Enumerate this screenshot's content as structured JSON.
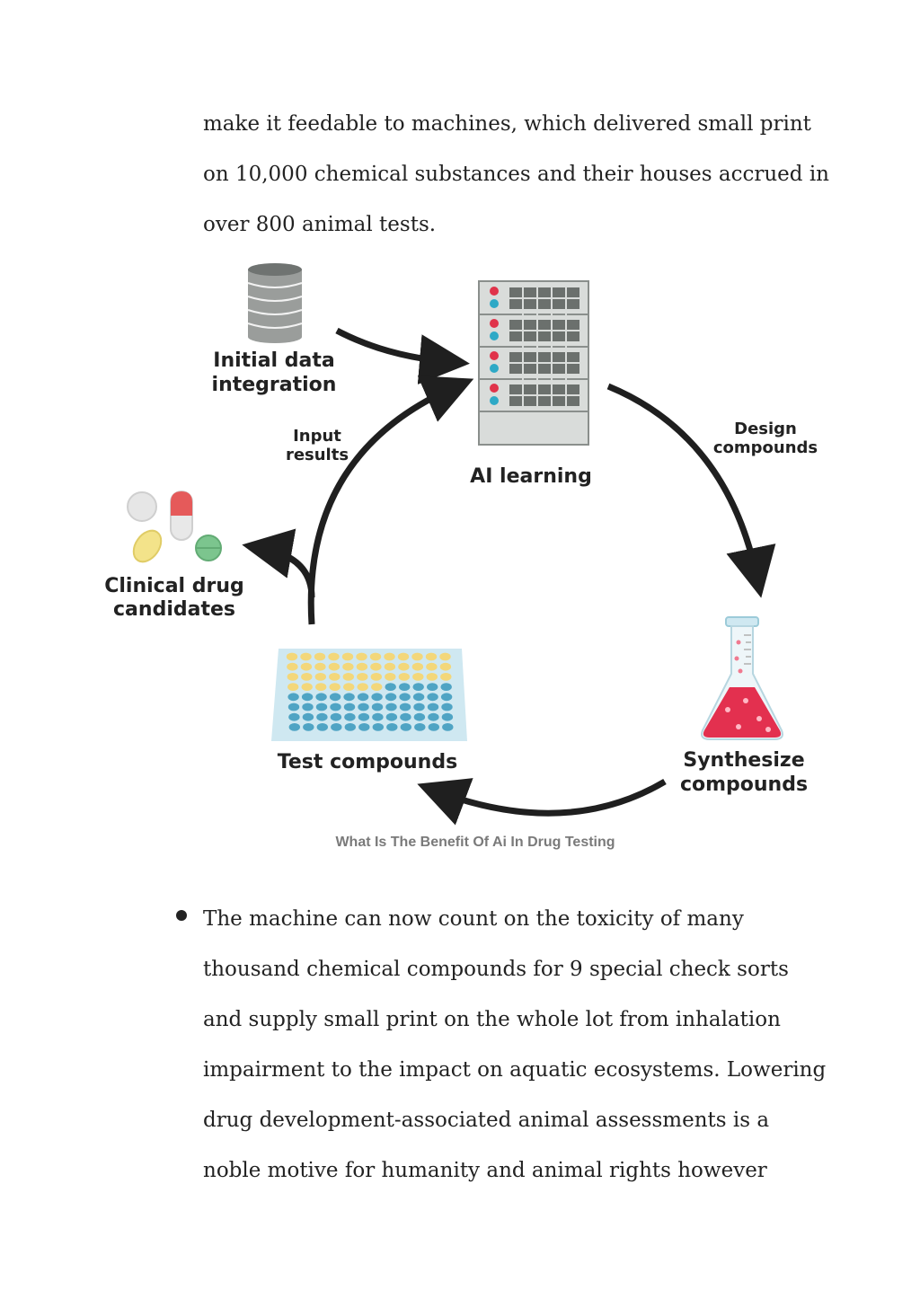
{
  "intro": {
    "lines": [
      "make it feedable to machines, which delivered small print",
      "on 10,000 chemical substances and their houses accrued in",
      "over 800 animal tests."
    ]
  },
  "figure": {
    "labels": {
      "initial_data_1": "Initial data",
      "initial_data_2": "integration",
      "ai_learning": "AI learning",
      "design_1": "Design",
      "design_2": "compounds",
      "synth_1": "Synthesize",
      "synth_2": "compounds",
      "test": "Test compounds",
      "clinical_1": "Clinical drug",
      "clinical_2": "candidates",
      "input_1": "Input",
      "input_2": "results"
    },
    "colors": {
      "arrow": "#1f1f1f",
      "server": "#d9dcda",
      "server_edge": "#8a8f8c",
      "red": "#e0334a",
      "teal": "#2ea9c6",
      "flask_liquid": "#e3304f",
      "plate": "#cfe8f1",
      "yellow_well": "#f3d77a",
      "blue_well": "#4fa4c4"
    }
  },
  "caption": "What Is The Benefit Of Ai In Drug Testing",
  "bullet": {
    "lines": [
      "The machine can now count on the toxicity of many",
      "thousand chemical compounds for 9 special check sorts",
      "and supply small print on the whole lot from inhalation",
      "impairment to the impact on aquatic ecosystems. Lowering",
      "drug development-associated animal assessments is a",
      "noble motive for humanity and animal rights however"
    ]
  }
}
